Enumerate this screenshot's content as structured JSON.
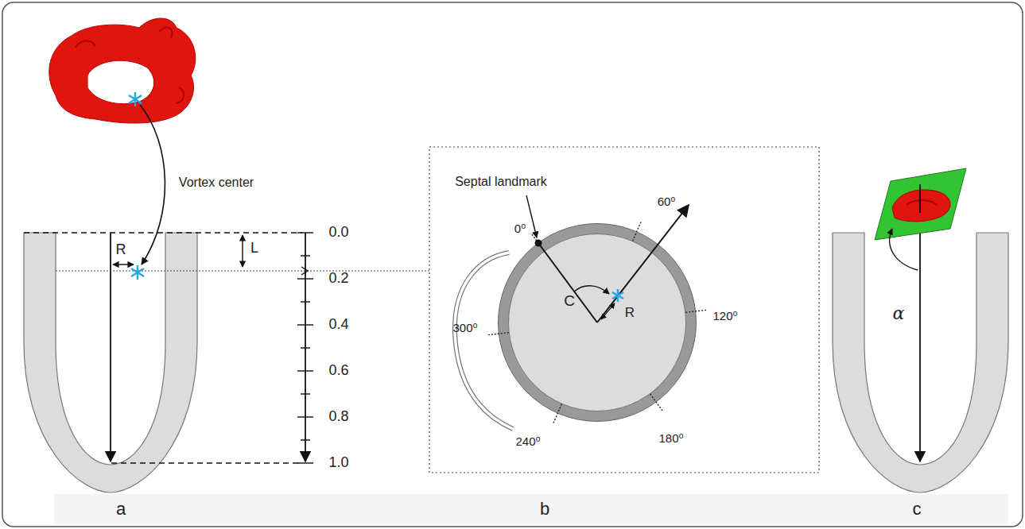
{
  "diagram": {
    "labels": [
      "Vortex center",
      "R",
      "L",
      "0.0",
      "0.2",
      "0.4",
      "0.6",
      "0.8",
      "1.0",
      "Septal landmark",
      "0⁰",
      "60⁰",
      "120⁰",
      "180⁰",
      "240⁰",
      "300⁰",
      "C",
      "R",
      "α",
      "a",
      "b",
      "c"
    ]
  }
}
